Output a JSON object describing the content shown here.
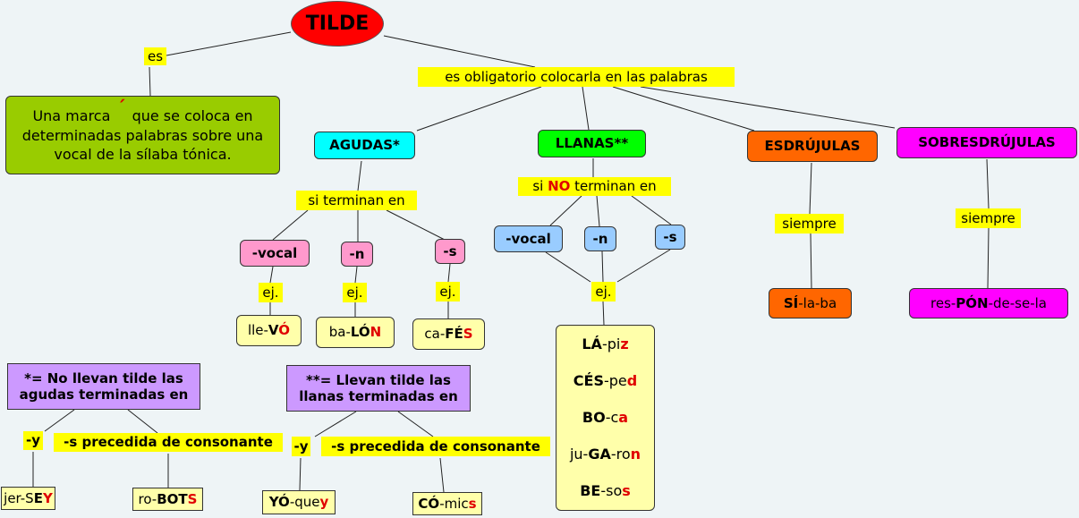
{
  "colors": {
    "tilde": "#ff0000",
    "definition": "#99cc00",
    "agudas": "#00ffff",
    "llanas": "#00ff00",
    "esdrujulas": "#ff6600",
    "sobresdrujulas": "#ff00ff",
    "pink": "#ff99cc",
    "blue": "#99ccff",
    "example": "#ffffaa",
    "note": "#cc99ff",
    "label": "#ffff00"
  },
  "nodes": {
    "tilde": [
      [
        "TILDE",
        ""
      ]
    ],
    "es": [
      [
        "es",
        ""
      ]
    ],
    "definition": [
      [
        "Una marca ",
        ""
      ],
      [
        "  ",
        ""
      ],
      [
        " que se coloca en determinadas palabras sobre una vocal de la sílaba tónica.",
        ""
      ]
    ],
    "obligatorio": [
      [
        "es obligatorio colocarla en las palabras",
        ""
      ]
    ],
    "agudas": [
      [
        "AGUDAS*",
        "b"
      ]
    ],
    "llanas": [
      [
        "LLANAS**",
        "b"
      ]
    ],
    "esdrujulas": [
      [
        "ESDRÚJULAS",
        "b"
      ]
    ],
    "sobresdrujulas": [
      [
        "SOBRESDRÚJULAS",
        "b"
      ]
    ],
    "si-terminan": [
      [
        "si terminan en",
        ""
      ]
    ],
    "si-no-terminan": [
      [
        "si ",
        ""
      ],
      [
        "NO",
        "br"
      ],
      [
        " terminan en",
        ""
      ]
    ],
    "ag-vocal": [
      [
        "-vocal",
        "b"
      ]
    ],
    "ag-n": [
      [
        "-n",
        "b"
      ]
    ],
    "ag-s": [
      [
        "-s",
        "b"
      ]
    ],
    "ej-1": [
      [
        "ej.",
        ""
      ]
    ],
    "ej-2": [
      [
        "ej.",
        ""
      ]
    ],
    "ej-3": [
      [
        "ej.",
        ""
      ]
    ],
    "llevo": [
      [
        "lle-",
        ""
      ],
      [
        "V",
        "b"
      ],
      [
        "Ó",
        "br"
      ]
    ],
    "balon": [
      [
        "ba-",
        ""
      ],
      [
        "LÓ",
        "b"
      ],
      [
        "N",
        "br"
      ]
    ],
    "cafes": [
      [
        "ca-",
        ""
      ],
      [
        "FÉ",
        "b"
      ],
      [
        "S",
        "br"
      ]
    ],
    "ll-vocal": [
      [
        "-vocal",
        "b"
      ]
    ],
    "ll-n": [
      [
        "-n",
        "b"
      ]
    ],
    "ll-s": [
      [
        "-s",
        "b"
      ]
    ],
    "ej-4": [
      [
        "ej.",
        ""
      ]
    ],
    "siempre-1": [
      [
        "siempre",
        ""
      ]
    ],
    "siempre-2": [
      [
        "siempre",
        ""
      ]
    ],
    "silaba": [
      [
        "SÍ",
        "b"
      ],
      [
        "-la-ba",
        ""
      ]
    ],
    "responde": [
      [
        "res-",
        ""
      ],
      [
        "PÓN",
        "b"
      ],
      [
        "-de-se-la",
        ""
      ]
    ],
    "note-agudas": [
      [
        "*= No llevan tilde las agudas terminadas en",
        "b"
      ]
    ],
    "note-llanas": [
      [
        "**= Llevan tilde las llanas terminadas en",
        "b"
      ]
    ],
    "y-1": [
      [
        "-y",
        "b"
      ]
    ],
    "s-prec-1": [
      [
        "-s precedida de consonante",
        "b"
      ]
    ],
    "y-2": [
      [
        "-y",
        "b"
      ]
    ],
    "s-prec-2": [
      [
        "-s precedida de consonante",
        "b"
      ]
    ],
    "jersey": [
      [
        "jer-S",
        ""
      ],
      [
        "E",
        "b"
      ],
      [
        "Y",
        "br"
      ]
    ],
    "robots": [
      [
        "ro-",
        ""
      ],
      [
        "BOT",
        "b"
      ],
      [
        "S",
        "br"
      ]
    ],
    "yoquey": [
      [
        "YÓ",
        "b"
      ],
      [
        "-que",
        ""
      ],
      [
        "y",
        "br"
      ]
    ],
    "comics": [
      [
        "CÓ",
        "b"
      ],
      [
        "-mic",
        ""
      ],
      [
        "s",
        "br"
      ]
    ]
  },
  "examples_llanas": [
    [
      [
        "LÁ",
        "b"
      ],
      [
        "-pi",
        ""
      ],
      [
        "z",
        "br"
      ]
    ],
    [
      [
        "CÉS",
        "b"
      ],
      [
        "-pe",
        ""
      ],
      [
        "d",
        "br"
      ]
    ],
    [
      [
        "BO",
        "b"
      ],
      [
        "-c",
        ""
      ],
      [
        "a",
        "br"
      ]
    ],
    [
      [
        "ju-",
        ""
      ],
      [
        "GA",
        "b"
      ],
      [
        "-ro",
        ""
      ],
      [
        "n",
        "br"
      ]
    ],
    [
      [
        "BE",
        "b"
      ],
      [
        "-so",
        ""
      ],
      [
        "s",
        "br"
      ]
    ]
  ],
  "accent_mark": "´"
}
